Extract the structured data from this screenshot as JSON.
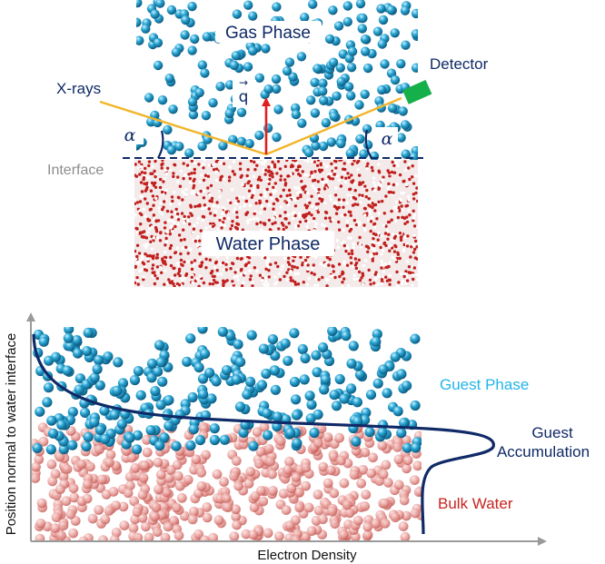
{
  "top_panel": {
    "gas_phase_label": "Gas Phase",
    "water_phase_label": "Water Phase",
    "xrays_label": "X-rays",
    "detector_label": "Detector",
    "interface_label": "Interface",
    "angle_left": "α",
    "angle_right": "α",
    "q_label": "q",
    "q_arrow": "→"
  },
  "bottom_panel": {
    "y_axis_label": "Position normal to water interface",
    "x_axis_label": "Electron Density",
    "guest_phase_label": "Guest Phase",
    "guest_accumulation_line1": "Guest",
    "guest_accumulation_line2": "Accumulation",
    "bulk_water_label": "Bulk Water"
  },
  "colors": {
    "gas_sphere": "#2aa6d4",
    "guest_sphere": "#35b3e0",
    "water_red": "#c0201e",
    "water_pink": "#e79a96",
    "xray_beam": "#f2b52a",
    "q_vector": "#e02020",
    "detector": "#16b04a",
    "navy": "#0f2a66",
    "guest_label": "#23b5e8",
    "bulk_label": "#c8241f",
    "axis_gray": "#9a9a9a",
    "interface_gray": "#8d8d8d"
  }
}
